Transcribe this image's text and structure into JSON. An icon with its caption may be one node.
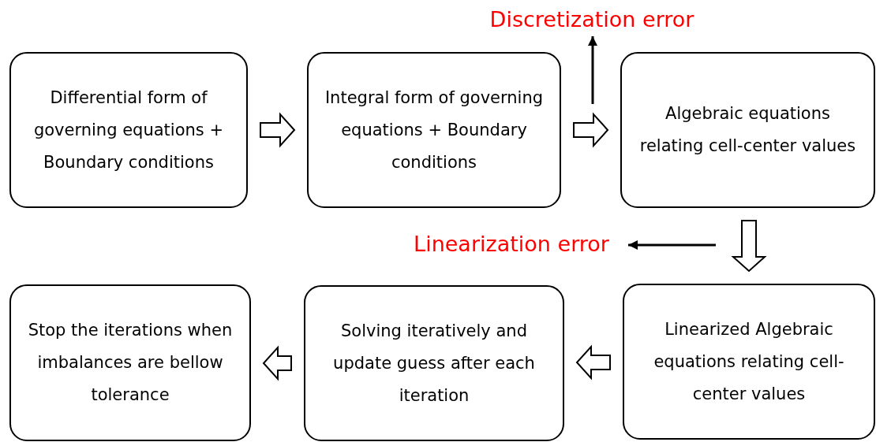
{
  "diagram": {
    "nodes": [
      {
        "text": [
          "Differential form of governing equations + Boundary conditions"
        ]
      },
      {
        "text": [
          "Integral form of governing equations + Boundary conditions"
        ]
      },
      {
        "text": [
          "Algebraic equations relating cell-center values"
        ]
      },
      {
        "text": [
          "Stop the iterations when imbalances are bellow tolerance"
        ]
      },
      {
        "text": [
          "Solving iteratively and update guess after each iteration"
        ]
      },
      {
        "text": [
          "Linearized Algebraic equations relating cell-center values"
        ]
      },
      {
        "text": [
          "Discretization error"
        ]
      },
      {
        "text": [
          "Linearization error"
        ]
      }
    ],
    "edges": [
      {
        "from": 0,
        "to": 1,
        "arrow": "to"
      },
      {
        "from": 1,
        "to": 2,
        "arrow": "to"
      },
      {
        "from": 2,
        "to": 5,
        "arrow": "to"
      },
      {
        "from": 5,
        "to": 4,
        "arrow": "to"
      },
      {
        "from": 4,
        "to": 3,
        "arrow": "to"
      },
      {
        "from": null,
        "to": 6,
        "arrow": "to"
      },
      {
        "from": null,
        "to": 7,
        "arrow": "to"
      }
    ]
  }
}
